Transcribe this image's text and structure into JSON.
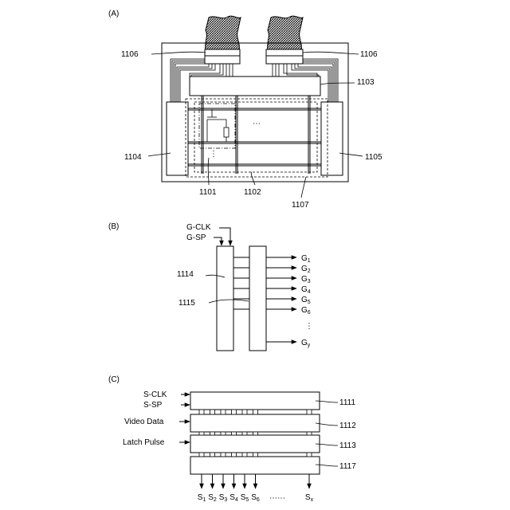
{
  "panels": {
    "a": {
      "label": "(A)",
      "refs": {
        "fpc_left": "1106",
        "fpc_right": "1106",
        "source_driver": "1103",
        "gate_driver_left": "1104",
        "gate_driver_right": "1105",
        "pixel": "1101",
        "pixel_area": "1102",
        "sealant": "1107"
      },
      "ellipsis_h": "⋯",
      "ellipsis_v": "⋮"
    },
    "b": {
      "label": "(B)",
      "inputs": {
        "clk": "G-CLK",
        "sp": "G-SP"
      },
      "refs": {
        "shift_register": "1114",
        "buffer": "1115"
      },
      "outputs": [
        {
          "base": "G",
          "sub": "1"
        },
        {
          "base": "G",
          "sub": "2"
        },
        {
          "base": "G",
          "sub": "3"
        },
        {
          "base": "G",
          "sub": "4"
        },
        {
          "base": "G",
          "sub": "5"
        },
        {
          "base": "G",
          "sub": "6"
        }
      ],
      "last_output": {
        "base": "G",
        "sub": "y"
      },
      "ellipsis": "⋮"
    },
    "c": {
      "label": "(C)",
      "inputs": {
        "clk": "S-CLK",
        "sp": "S-SP",
        "video": "Video Data",
        "latch": "Latch Pulse"
      },
      "refs": {
        "shift_register": "1111",
        "latch1": "1112",
        "latch2": "1113",
        "buffer": "1117"
      },
      "outputs": [
        {
          "base": "S",
          "sub": "1"
        },
        {
          "base": "S",
          "sub": "2"
        },
        {
          "base": "S",
          "sub": "3"
        },
        {
          "base": "S",
          "sub": "4"
        },
        {
          "base": "S",
          "sub": "5"
        },
        {
          "base": "S",
          "sub": "6"
        }
      ],
      "last_output": {
        "base": "S",
        "sub": "x"
      },
      "ellipsis": "⋯⋯"
    }
  }
}
